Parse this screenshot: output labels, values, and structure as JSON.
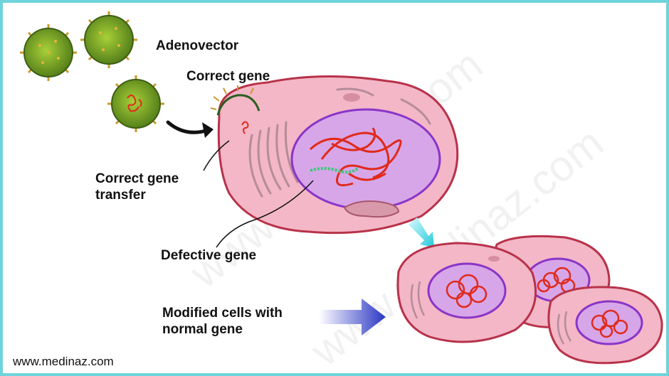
{
  "labels": {
    "adenovector": "Adenovector",
    "correct_gene": "Correct gene",
    "correct_gene_transfer": [
      "Correct gene",
      "transfer"
    ],
    "defective_gene": "Defective gene",
    "modified_cells": [
      "Modified cells with",
      "normal gene"
    ]
  },
  "website": "www.medinaz.com",
  "watermark": "www.medinaz.com",
  "colors": {
    "border": "#6fd3dc",
    "virus": "#6f9a2a",
    "cell": "#f3b7c7",
    "cell_outline": "#b8324a",
    "nucleus": "#d7a6e8",
    "nucleus_outline": "#8a35c8",
    "gene": "#e02a1c",
    "defective_gene": "#39c97a",
    "arrow": "#3344cc"
  }
}
